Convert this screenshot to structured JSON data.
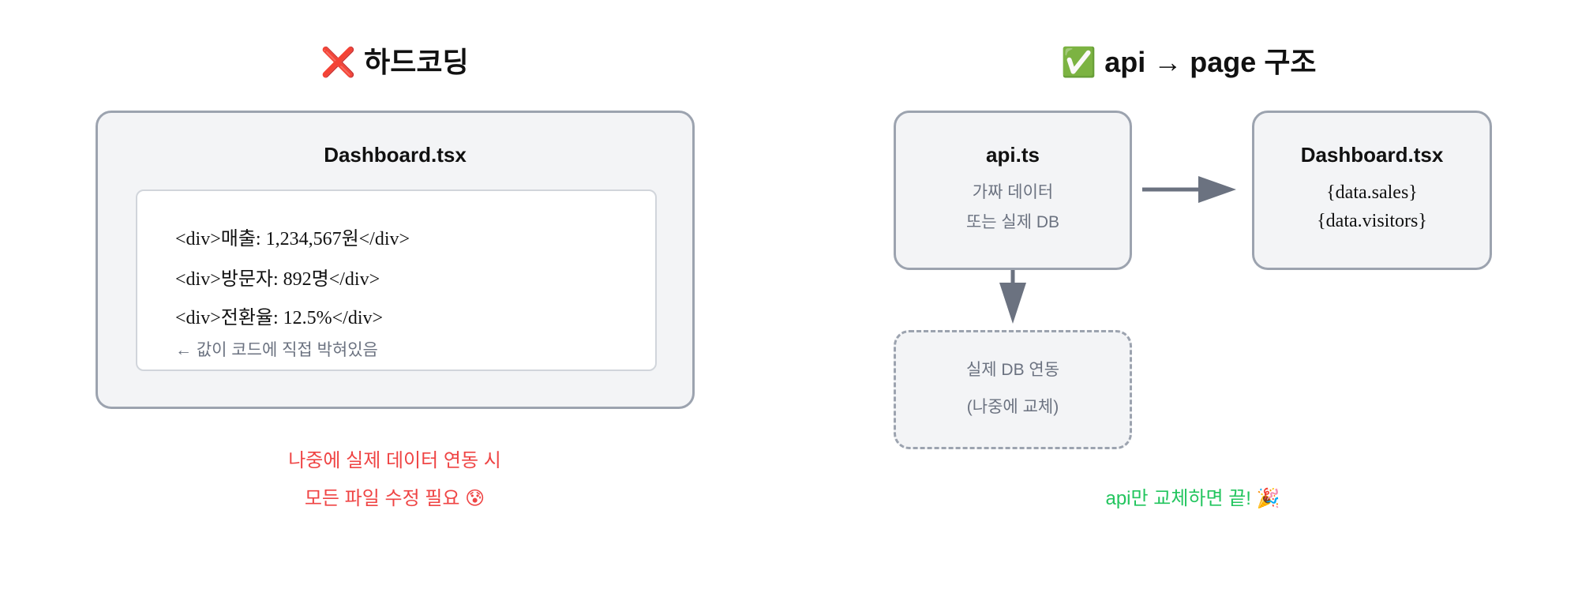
{
  "left": {
    "title_icon": "❌",
    "title": "하드코딩",
    "box_title": "Dashboard.tsx",
    "code_lines": [
      "<div>매출: 1,234,567원</div>",
      "<div>방문자: 892명</div>",
      "<div>전환율: 12.5%</div>"
    ],
    "note": "← 값이 코드에 직접 박혀있음",
    "warning_lines": [
      "나중에 실제 데이터 연동 시",
      "모든 파일 수정 필요 😰"
    ]
  },
  "right": {
    "title_icon": "✅",
    "title": "api → page 구조",
    "api_box": {
      "title": "api.ts",
      "lines": [
        "가짜 데이터",
        "또는 실제 DB"
      ]
    },
    "dashboard_box": {
      "title": "Dashboard.tsx",
      "lines": [
        "{data.sales}",
        "{data.visitors}"
      ]
    },
    "future_box": {
      "lines": [
        "실제 DB 연동",
        "(나중에 교체)"
      ]
    },
    "success": "api만 교체하면 끝! 🎉"
  },
  "colors": {
    "border": "#9ca3af",
    "fill": "#f3f4f6",
    "arrow": "#6b7280",
    "warning": "#ef4444",
    "success": "#22c55e"
  }
}
